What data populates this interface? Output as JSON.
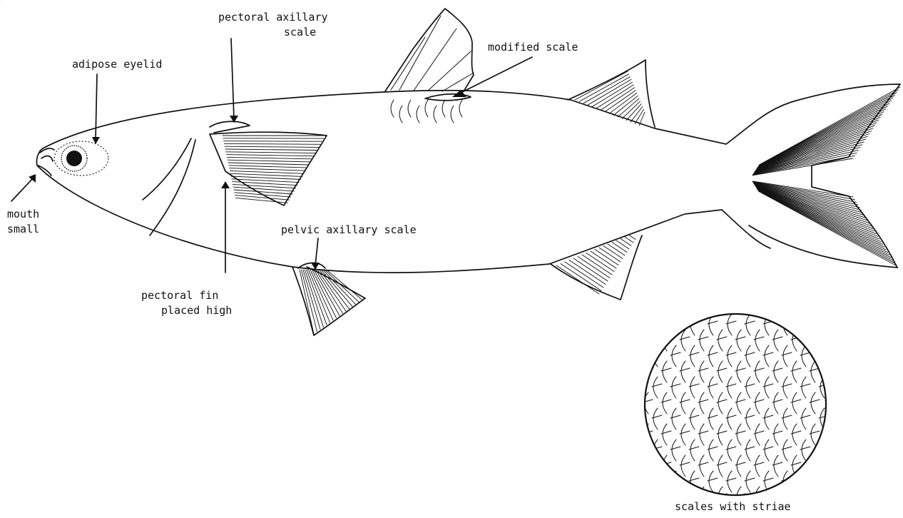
{
  "labels": {
    "pectoral_axillary_scale": [
      "pectoral axillary",
      "scale"
    ],
    "adipose_eyelid": "adipose eyelid",
    "modified_scale": "modified scale",
    "mouth_small": [
      "mouth",
      "small"
    ],
    "pelvic_axillary_scale": "pelvic axillary scale",
    "pectoral_fin_placed_high": [
      "pectoral fin",
      "placed high"
    ],
    "scales_with_striae": "scales with striae"
  },
  "colors": {
    "ink": "#111111",
    "background": "#ffffff"
  }
}
